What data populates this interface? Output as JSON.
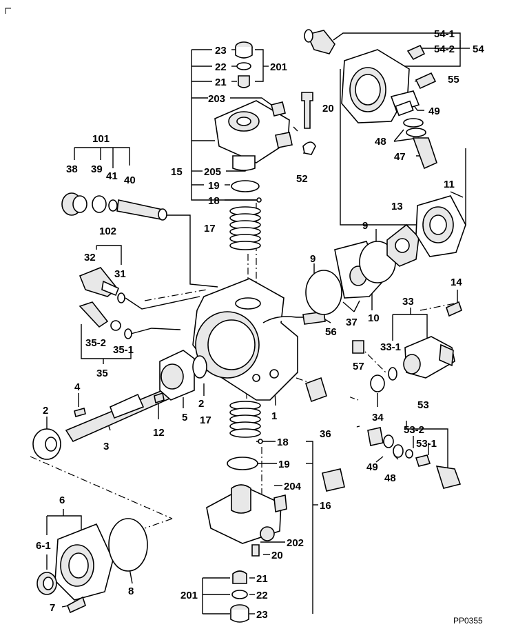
{
  "drawing_code": "PP0355",
  "labels": {
    "l54_1": "54-1",
    "l54_2": "54-2",
    "l54": "54",
    "l55": "55",
    "l20a": "20",
    "l49a": "49",
    "l48a": "48",
    "l47": "47",
    "l23a": "23",
    "l22a": "22",
    "l21a": "21",
    "l201a": "201",
    "l203": "203",
    "l15": "15",
    "l205": "205",
    "l19a": "19",
    "l18a": "18",
    "l52": "52",
    "l101": "101",
    "l38": "38",
    "l39": "39",
    "l41": "41",
    "l40": "40",
    "l102": "102",
    "l32": "32",
    "l31": "31",
    "l17a": "17",
    "l9a": "9",
    "l9b": "9",
    "l13": "13",
    "l11": "11",
    "l37": "37",
    "l10": "10",
    "l56": "56",
    "l57": "57",
    "l14": "14",
    "l33": "33",
    "l33_1": "33-1",
    "l35_2": "35-2",
    "l35_1": "35-1",
    "l35": "35",
    "l4": "4",
    "l2a": "2",
    "l2b": "2",
    "l5": "5",
    "l12": "12",
    "l3": "3",
    "l1": "1",
    "l17b": "17",
    "l34": "34",
    "l53": "53",
    "l53_2": "53-2",
    "l53_1": "53-1",
    "l36": "36",
    "l49b": "49",
    "l48b": "48",
    "l18b": "18",
    "l19b": "19",
    "l204": "204",
    "l16": "16",
    "l202": "202",
    "l20b": "20",
    "l6": "6",
    "l6_1": "6-1",
    "l8": "8",
    "l7": "7",
    "l21b": "21",
    "l201b": "201",
    "l22b": "22",
    "l23b": "23"
  }
}
